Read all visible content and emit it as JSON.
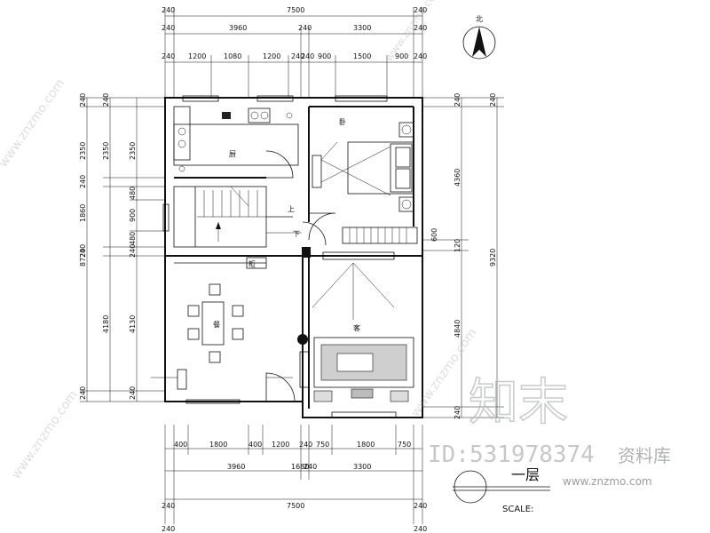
{
  "dimensions": {
    "top_row1": [
      "240",
      "7500",
      "240"
    ],
    "top_row2": [
      "240",
      "3960",
      "240",
      "3300",
      "240"
    ],
    "top_row3": [
      "240",
      "1200",
      "1080",
      "1200",
      "240",
      "240",
      "900",
      "1500",
      "900",
      "240"
    ],
    "bottom_row1": [
      "400",
      "1800",
      "400",
      "1200",
      "240",
      "750",
      "1800",
      "750"
    ],
    "bottom_row2": [
      "3960",
      "1680",
      "240",
      "3300"
    ],
    "bottom_row3": [
      "240",
      "7500",
      "240"
    ],
    "left_outer": "8720",
    "left_mid": [
      "240",
      "2350",
      "240",
      "1860",
      "240",
      "4180",
      "240"
    ],
    "left_inner": [
      "240",
      "2350",
      "480",
      "900",
      "480",
      "240",
      "4130",
      "240"
    ],
    "right_outer": "9320",
    "right_mid": [
      "4360",
      "120",
      "4840"
    ],
    "right_inner": [
      "240",
      "600",
      "240",
      "240"
    ]
  },
  "room_labels": {
    "kitchen": "厨",
    "bedroom": "卧",
    "dining": "餐",
    "living": "客",
    "stair_up": "上",
    "stair_down": "下",
    "cabinet": "柜"
  },
  "title": {
    "main": "一层",
    "scale": "SCALE:"
  },
  "north_label": "北",
  "watermarks": {
    "brand_cn": "知末",
    "id_text": "ID:531978374",
    "site_cn": "资料库",
    "url": "www.znzmo.com",
    "diagonal": "www.znzmo.com"
  }
}
